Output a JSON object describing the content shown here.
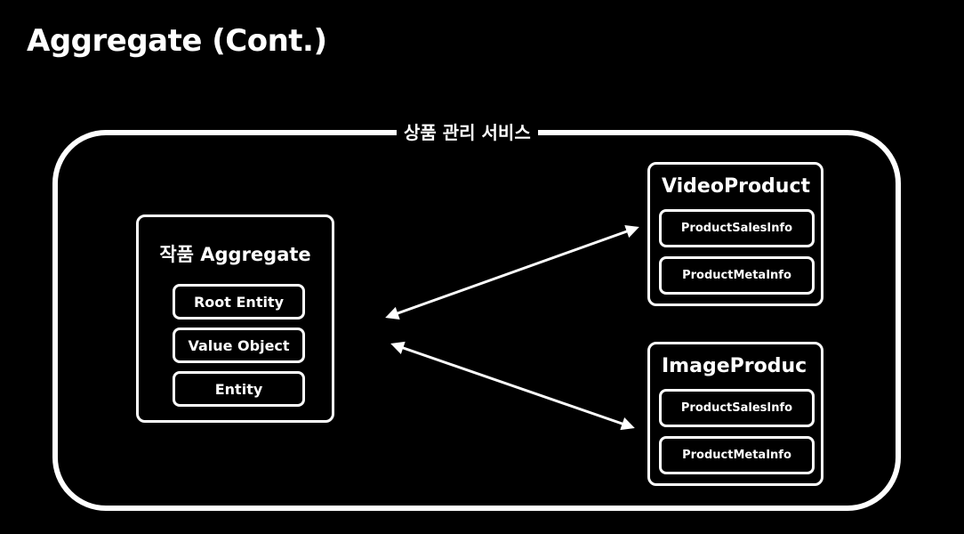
{
  "slide": {
    "title": "Aggregate (Cont.)"
  },
  "service": {
    "label": "상품 관리 서비스"
  },
  "aggregate": {
    "title": "작품 Aggregate",
    "items": [
      "Root Entity",
      "Value Object",
      "Entity"
    ]
  },
  "products": [
    {
      "title": "VideoProduct",
      "items": [
        "ProductSalesInfo",
        "ProductMetaInfo"
      ]
    },
    {
      "title": "ImageProduc",
      "items": [
        "ProductSalesInfo",
        "ProductMetaInfo"
      ]
    }
  ],
  "colors": {
    "background": "#000000",
    "foreground": "#ffffff"
  }
}
